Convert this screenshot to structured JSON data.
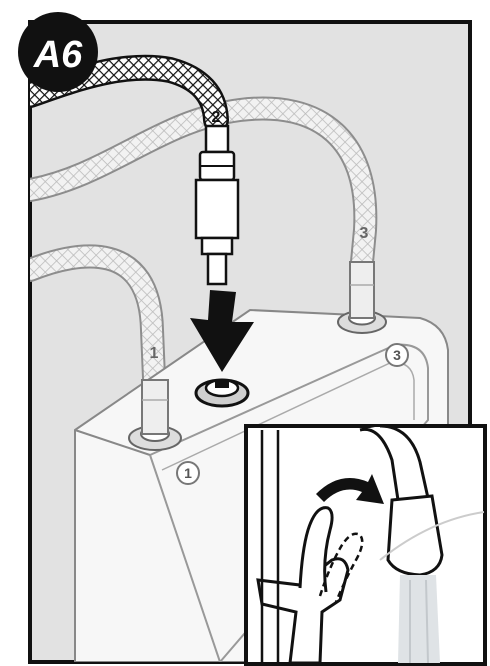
{
  "step": {
    "badge_label": "A6"
  },
  "hose_labels": {
    "hose_1": "1",
    "hose_2": "2",
    "hose_3": "3"
  },
  "port_labels": {
    "port_1": "1",
    "port_3": "3"
  },
  "colors": {
    "background": "#e2e2e2",
    "line": "#111111",
    "arrow": "#111111",
    "badge": "#111111",
    "badge_text": "#ffffff",
    "box_fill": "#f7f7f7",
    "inset_bg": "#ffffff",
    "water": "#dfe3e6"
  },
  "icons": {
    "arrow": "push-down-arrow-icon",
    "tap_arrow": "rotate-arrow-icon"
  }
}
